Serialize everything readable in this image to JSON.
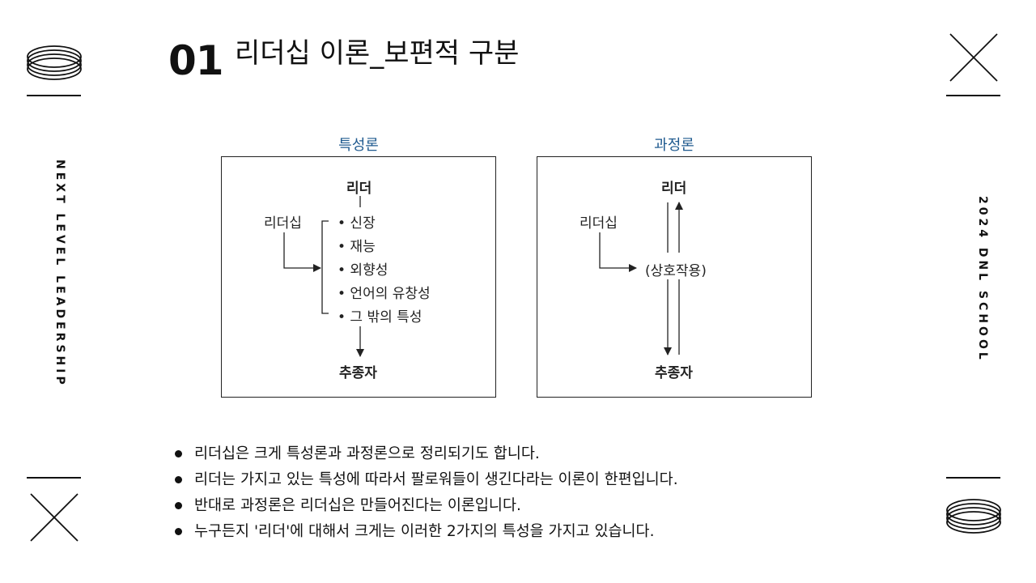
{
  "side": {
    "left_text": "NEXT LEVEL LEADERSHIP",
    "right_text": "2024 DNL SCHOOL"
  },
  "header": {
    "number": "01",
    "title": "리더십 이론_보편적 구분"
  },
  "trait_panel": {
    "title": "특성론",
    "leader": "리더",
    "leadership": "리더십",
    "traits": [
      "• 신장",
      "• 재능",
      "• 외향성",
      "• 언어의 유창성",
      "• 그 밖의 특성"
    ],
    "follower": "추종자"
  },
  "process_panel": {
    "title": "과정론",
    "leader": "리더",
    "leadership": "리더십",
    "interaction": "(상호작용)",
    "follower": "추종자"
  },
  "bullets": [
    "리더십은 크게 특성론과 과정론으로 정리되기도 합니다.",
    "리더는 가지고 있는 특성에 따라서 팔로워들이 생긴다라는 이론이 한편입니다.",
    "반대로 과정론은 리더십은 만들어진다는 이론입니다.",
    "누구든지 '리더'에 대해서 크게는 이러한 2가지의 특성을 가지고 있습니다."
  ]
}
